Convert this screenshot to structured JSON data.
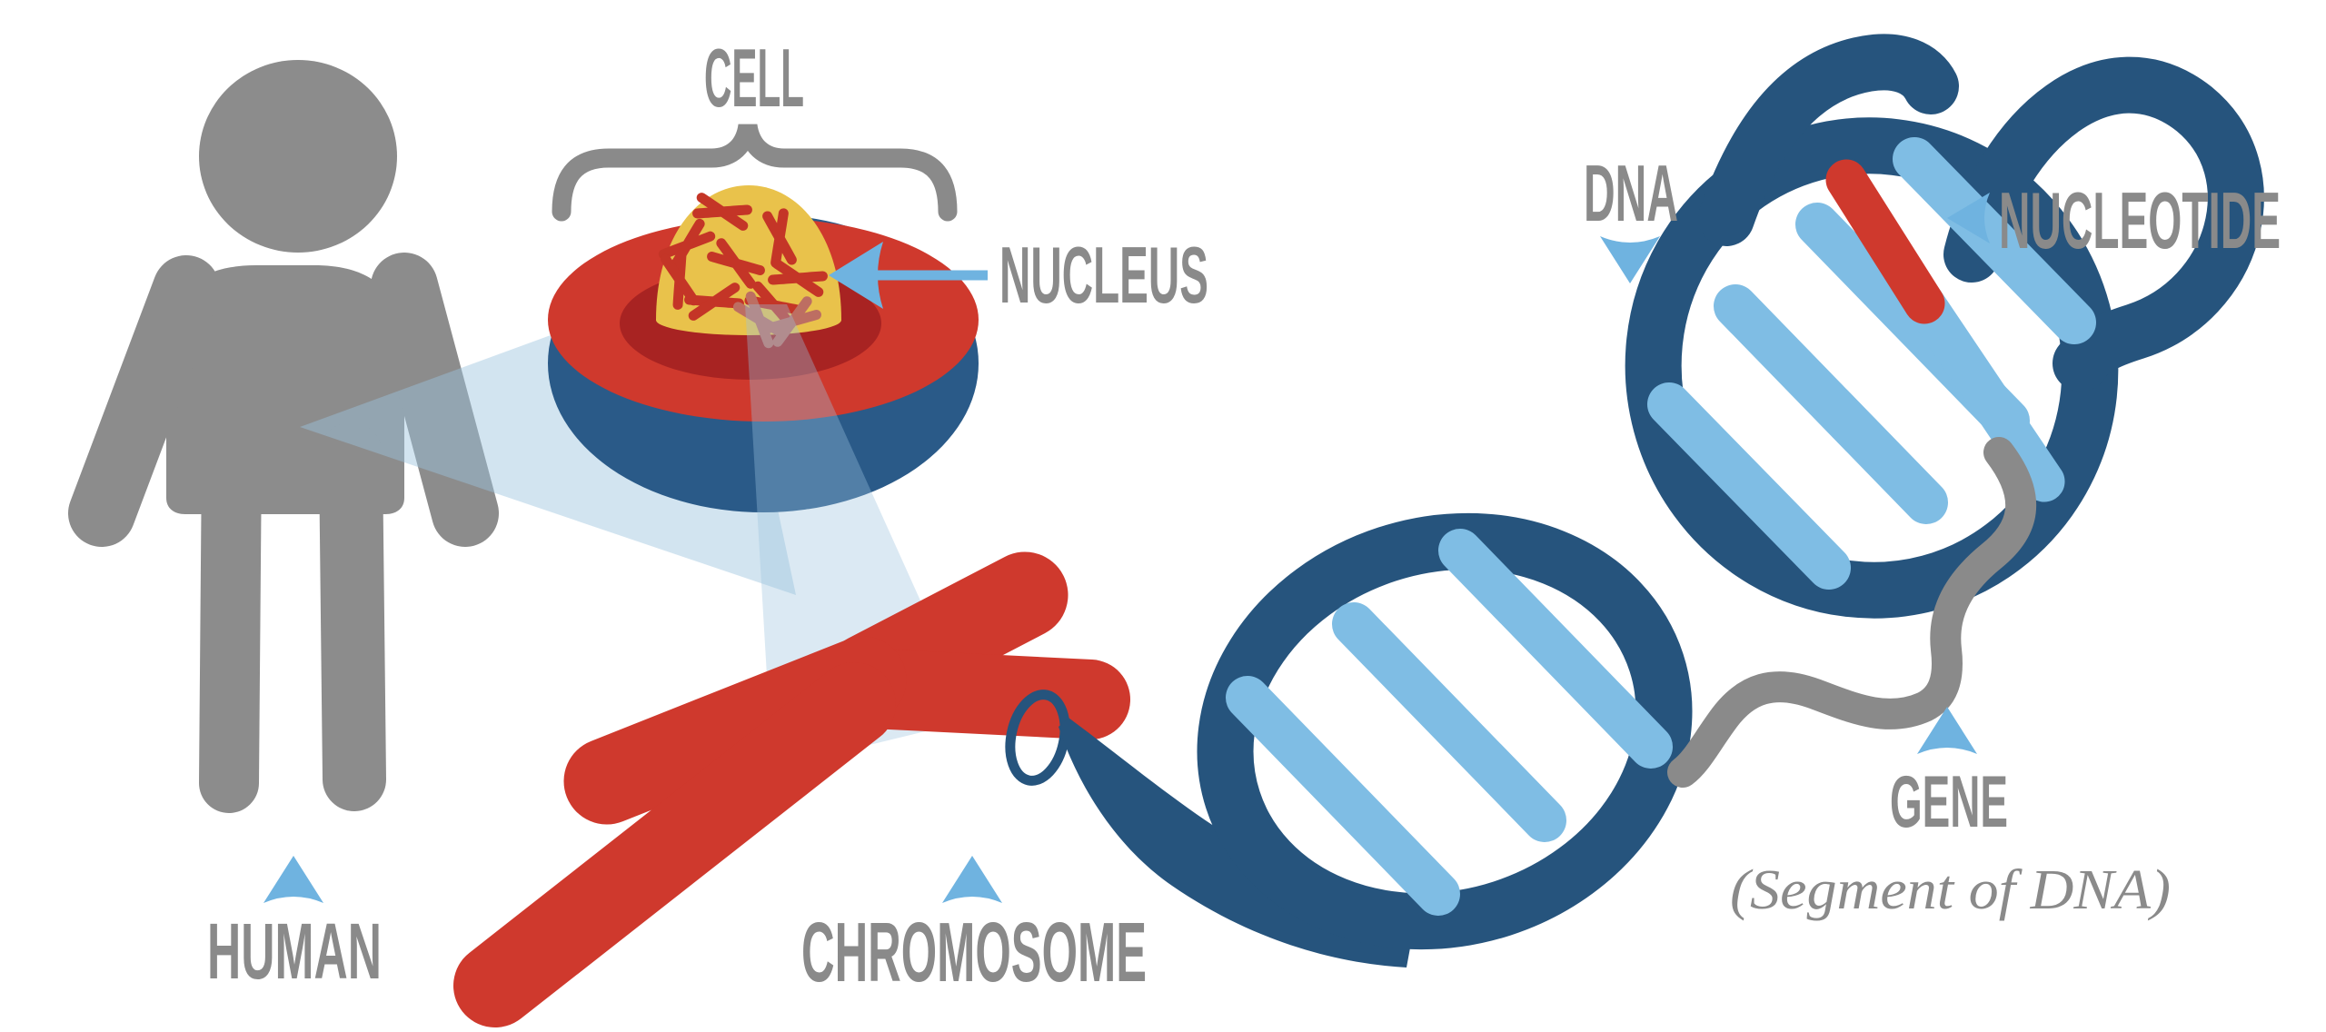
{
  "diagram_title": "Human to Nucleotide genetics diagram",
  "labels": {
    "human": "HUMAN",
    "cell": "CELL",
    "nucleus": "NUCLEUS",
    "chromosome": "CHROMOSOME",
    "dna": "DNA",
    "nucleotide": "NUCLEOTIDE",
    "gene": "GENE",
    "gene_subtitle": "(Segment of DNA)"
  },
  "icons": {
    "human_pointer": "up-triangle-pointer-icon",
    "chromosome_pointer": "up-triangle-pointer-icon",
    "gene_pointer": "up-triangle-pointer-icon",
    "dna_pointer": "down-triangle-pointer-icon",
    "nucleotide_pointer": "left-triangle-pointer-icon",
    "nucleus_pointer": "left-arrow-icon",
    "cell_bracket": "curly-brace-icon",
    "gene_bracket": "curly-brace-icon"
  },
  "colors": {
    "background": "#ffffff",
    "label_gray": "#8a8a8a",
    "figure_gray": "#8c8c8c",
    "red": "#cf392d",
    "dark_red": "#a82322",
    "mini_red": "#c43527",
    "mini_red_muted": "#bd6e62",
    "yellow": "#e9c24b",
    "dark_blue": "#26547d",
    "cell_blue": "#2a5a88",
    "light_blue": "#7fbde4",
    "pointer_blue": "#6fb3e0",
    "beam_blue": "#9cc3de"
  }
}
